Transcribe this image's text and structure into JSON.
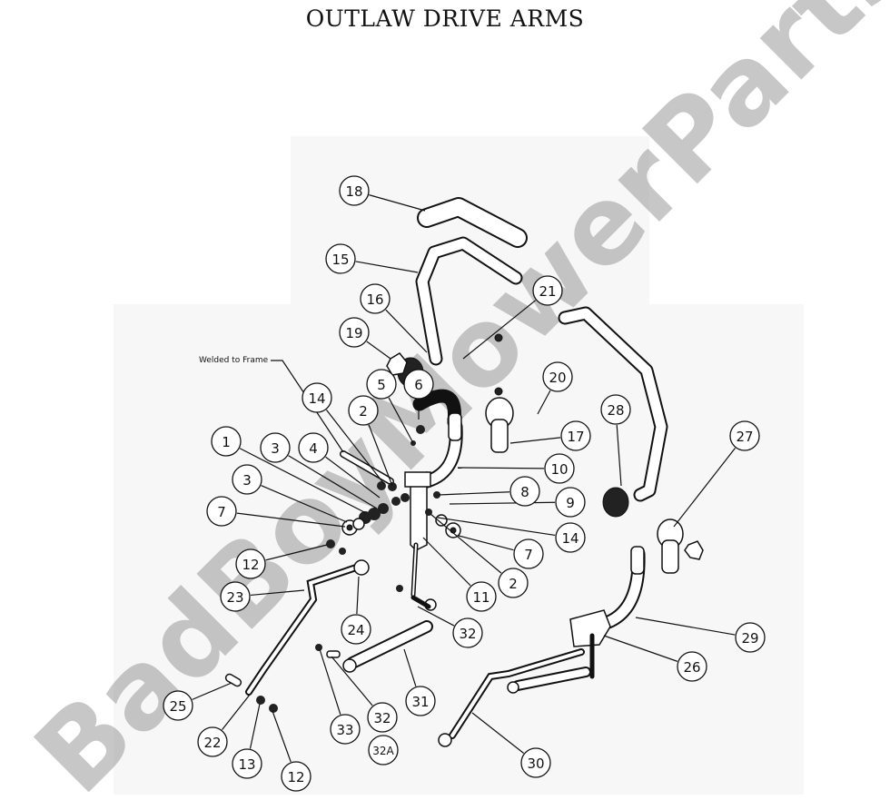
{
  "title": "OUTLAW DRIVE ARMS",
  "annotation": "Welded to Frame",
  "watermark": "BadBoyMowerParts.com",
  "callouts": [
    "18",
    "15",
    "16",
    "21",
    "19",
    "5",
    "6",
    "20",
    "14",
    "2",
    "28",
    "27",
    "17",
    "1",
    "3",
    "4",
    "10",
    "3",
    "8",
    "9",
    "7",
    "14",
    "7",
    "2",
    "11",
    "12",
    "23",
    "24",
    "32",
    "29",
    "26",
    "31",
    "25",
    "33",
    "32",
    "32A",
    "22",
    "13",
    "12",
    "30"
  ]
}
